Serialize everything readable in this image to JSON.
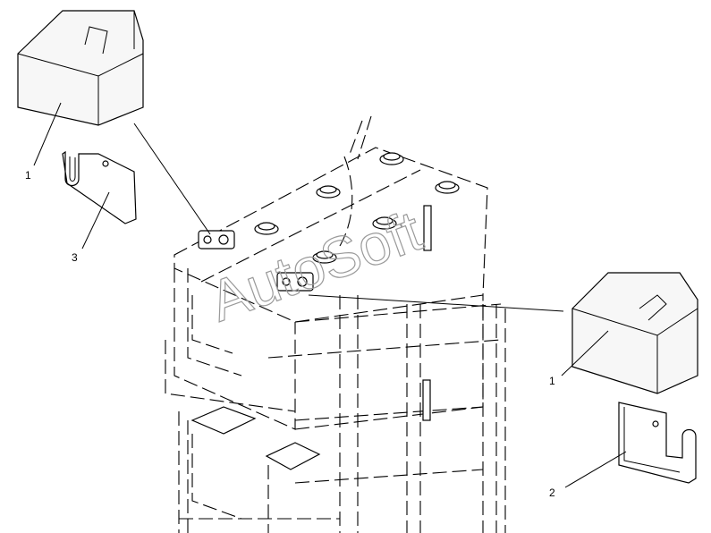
{
  "watermark": "AutoSoft",
  "callouts": [
    {
      "id": "callout-1-top",
      "text": "1"
    },
    {
      "id": "callout-3",
      "text": "3"
    },
    {
      "id": "callout-1-right",
      "text": "1"
    },
    {
      "id": "callout-2",
      "text": "2"
    }
  ]
}
